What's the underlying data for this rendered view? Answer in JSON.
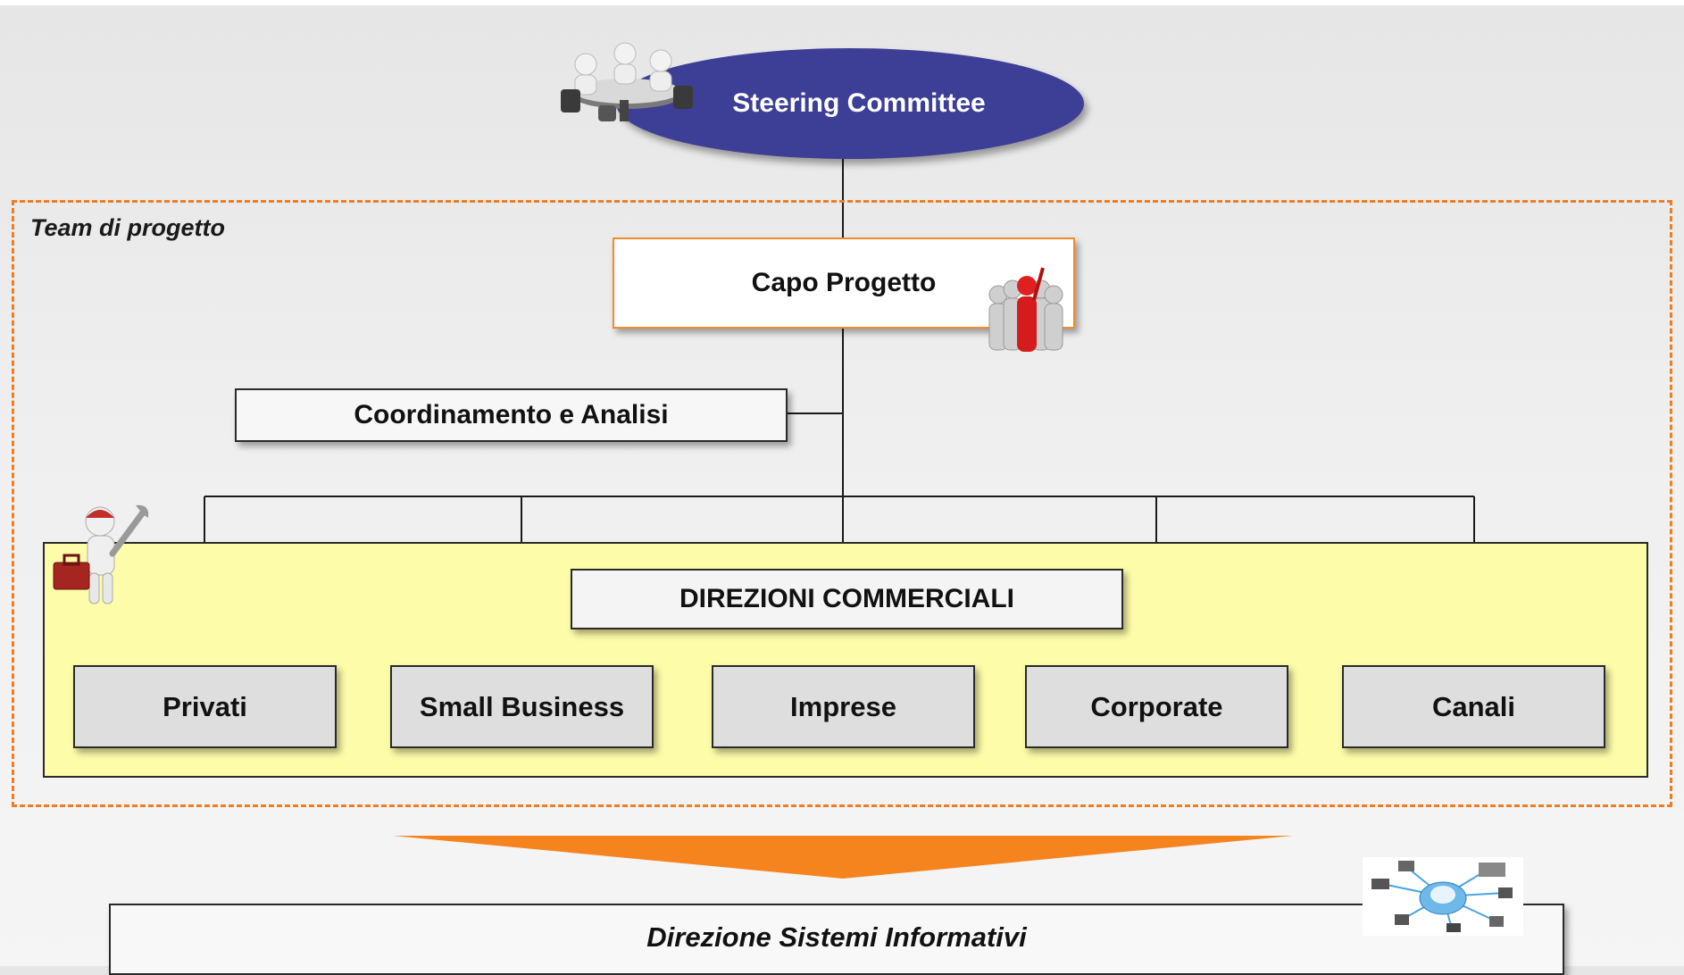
{
  "diagram": {
    "steering_committee": "Steering Committee",
    "team_label": "Team di progetto",
    "capo_progetto": "Capo Progetto",
    "coordinamento": "Coordinamento e Analisi",
    "direzioni_commerciali": "DIREZIONI COMMERCIALI",
    "units": [
      "Privati",
      "Small Business",
      "Imprese",
      "Corporate",
      "Canali"
    ],
    "direzione_sistemi": "Direzione Sistemi Informativi"
  },
  "colors": {
    "steering_fill": "#3d3e96",
    "team_border": "#f07d22",
    "capo_border": "#f08a2c",
    "panel_fill": "#fdfca9",
    "unit_fill": "#dedede",
    "arrow_fill": "#f5841f"
  },
  "icons": {
    "steering": "meeting-table-icon",
    "capo": "leader-figure-icon",
    "direzioni": "worker-with-tools-icon",
    "dsi": "network-globe-icon"
  }
}
